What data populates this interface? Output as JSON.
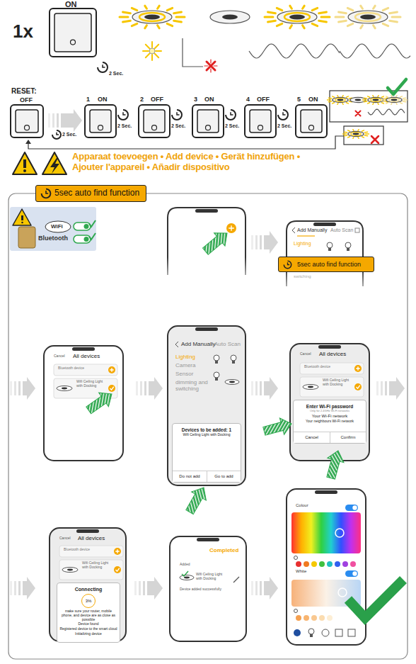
{
  "diagram": {
    "nodes": [
      {
        "text": [
          "5sec auto find function"
        ]
      },
      {
        "text": [
          "5sec auto find function"
        ]
      },
      {
        "text": [
          "Devices to be added: 1",
          "Wifi Ceiling Light with Docking"
        ]
      },
      {
        "text": [
          "Do not add"
        ],
        "in": 2
      },
      {
        "text": [
          "Go to add"
        ],
        "in": 2
      },
      {
        "text": [
          "Enter Wi-Fi password",
          "Only for 2.4GHz Wi-Fi networks",
          "Your Wi-Fi network",
          "Your neighbours Wi-Fi network"
        ]
      },
      {
        "text": [
          "Cancel"
        ],
        "in": 5
      },
      {
        "text": [
          "Confirm"
        ],
        "in": 5
      },
      {
        "text": [
          "Connecting",
          "3%",
          "make sure your router, mobile phone, and device are as close as possible",
          "Device found",
          "Registered device to the smart cloud",
          "Initializing device"
        ]
      }
    ],
    "labels": [
      "1x",
      "ON",
      "2 Sec.",
      "RESET:",
      "OFF",
      "2 Sec.",
      "1",
      "ON",
      "2 Sec.",
      "2",
      "OFF",
      "2 Sec.",
      "3",
      "ON",
      "2 Sec.",
      "4",
      "OFF",
      "2 Sec.",
      "5",
      "ON",
      "Apparaat toevoegen • Add device • Gerät hinzufügen • Ajouter l'appareil • Añadir dispositivo",
      "WiFi",
      "Bluetooth",
      "Add Manually",
      "Auto Scan",
      "Lighting",
      "switching",
      "Cancel",
      "All devices",
      "Bluetooth device",
      "Wifi Ceiling Light with Docking",
      "Add Manually",
      "Auto Scan",
      "Lighting",
      "Camera",
      "Sensor",
      "dimming and switching",
      "Cancel",
      "All devices",
      "Bluetooth device",
      "Wifi Ceiling Light with Docking",
      "Cancel",
      "All devices",
      "Bluetooth device",
      "Wifi Ceiling Light with Docking",
      "Completed",
      "Added",
      "Wifi Ceiling Light with Docking",
      "Device added successfully",
      "Colour",
      "White"
    ]
  }
}
